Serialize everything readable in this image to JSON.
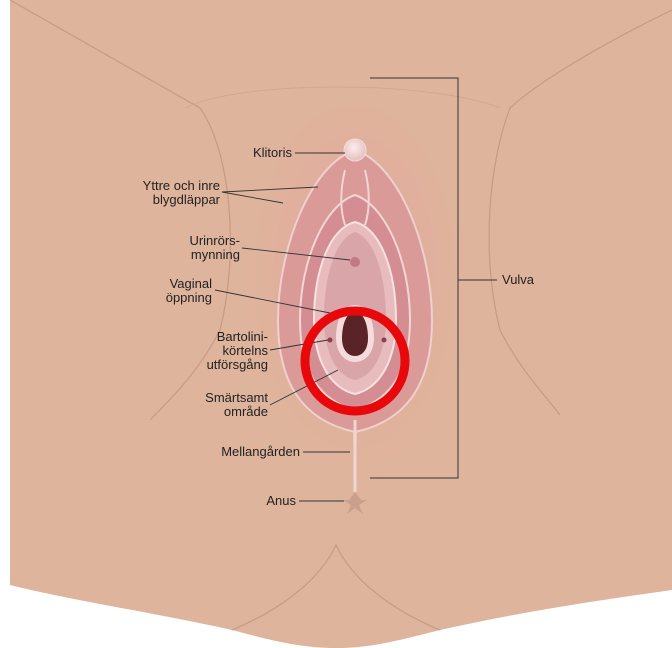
{
  "labels": {
    "clitoris": "Klitoris",
    "labia": [
      "Yttre och inre",
      "blygdläppar"
    ],
    "urethra": [
      "Urinrörs-",
      "mynning"
    ],
    "vaginal": [
      "Vaginal",
      "öppning"
    ],
    "bartholin": [
      "Bartolini-",
      "körtelns",
      "utförsgång"
    ],
    "pain_area": [
      "Smärtsamt",
      "område"
    ],
    "perineum": "Mellangården",
    "anus": "Anus",
    "vulva": "Vulva"
  },
  "colors": {
    "skin": "#dfb49c",
    "skin_dark": "#c99a82",
    "labia_outer": "#d99a98",
    "labia_inner": "#d79a9c",
    "vestibule": "#e8bcbc",
    "opening": "#5a2426",
    "highlight_circle": "#e8080c",
    "leader": "#333333"
  },
  "highlight": {
    "shape": "circle",
    "target": "Smärtsamt område"
  }
}
